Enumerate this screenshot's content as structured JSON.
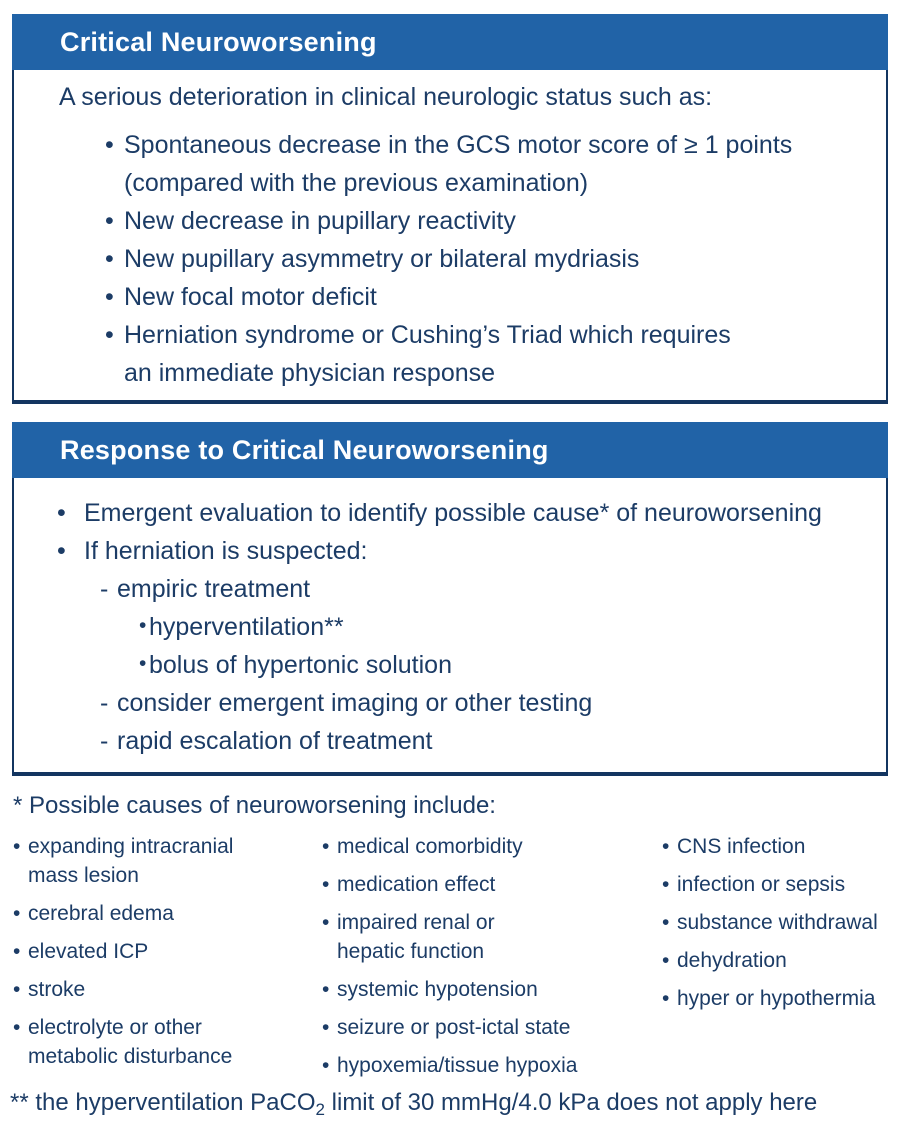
{
  "colors": {
    "header_bg": "#2163a7",
    "border_navy": "#133560",
    "text_navy": "#1c3c66",
    "header_text": "#ffffff"
  },
  "box1": {
    "title": "Critical Neuroworsening",
    "lead": "A serious deterioration in clinical neurologic status such as:",
    "items": [
      "Spontaneous decrease in the GCS motor score of ≥ 1 points\n(compared with the previous examination)",
      "New decrease in pupillary reactivity",
      "New pupillary asymmetry or bilateral mydriasis",
      "New focal motor deficit",
      "Herniation syndrome or Cushing’s Triad which requires\nan immediate physician response"
    ]
  },
  "box2": {
    "title": "Response to Critical Neuroworsening",
    "items": [
      {
        "level": 1,
        "text": "Emergent evaluation to identify possible cause* of neuroworsening"
      },
      {
        "level": 1,
        "text": "If herniation is suspected:"
      },
      {
        "level": 2,
        "text": "empiric treatment"
      },
      {
        "level": 3,
        "text": "hyperventilation**"
      },
      {
        "level": 3,
        "text": "bolus of hypertonic solution"
      },
      {
        "level": 2,
        "text": "consider emergent imaging or other testing"
      },
      {
        "level": 2,
        "text": "rapid escalation of treatment"
      }
    ]
  },
  "footnote_causes": {
    "heading": "* Possible causes of neuroworsening include:",
    "columns": [
      [
        "expanding intracranial\nmass lesion",
        "cerebral edema",
        "elevated ICP",
        "stroke",
        "electrolyte or other\nmetabolic disturbance"
      ],
      [
        "medical comorbidity",
        "medication effect",
        "impaired renal or\nhepatic function",
        "systemic hypotension",
        "seizure or post-ictal state",
        "hypoxemia/tissue hypoxia"
      ],
      [
        "CNS infection",
        "infection or sepsis",
        "substance withdrawal",
        "dehydration",
        "hyper or hypothermia"
      ]
    ]
  },
  "footnote_hyperventilation": {
    "prefix": "** the hyperventilation PaCO",
    "sub": "2",
    "suffix": " limit of 30 mmHg/4.0 kPa does not apply here"
  }
}
